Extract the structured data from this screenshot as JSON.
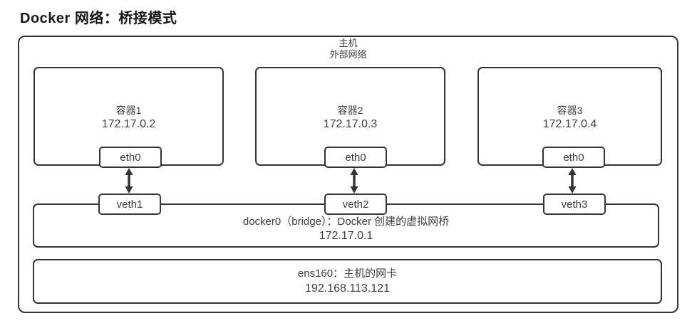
{
  "title": "Docker 网络：桥接模式",
  "host": {
    "line1": "主机",
    "line2": "外部网络"
  },
  "containers": [
    {
      "name": "容器1",
      "ip": "172.17.0.2",
      "port": "eth0",
      "veth": "veth1"
    },
    {
      "name": "容器2",
      "ip": "172.17.0.3",
      "port": "eth0",
      "veth": "veth2"
    },
    {
      "name": "容器3",
      "ip": "172.17.0.4",
      "port": "eth0",
      "veth": "veth3"
    }
  ],
  "bridge": {
    "label": "docker0（bridge）：Docker 创建的虚拟网桥",
    "ip": "172.17.0.1"
  },
  "nic": {
    "label": "ens160：主机的网卡",
    "ip": "192.168.113.121"
  },
  "colors": {
    "stroke": "#333333",
    "text": "#3d3d3d",
    "title": "#181818",
    "background": "#ffffff"
  }
}
